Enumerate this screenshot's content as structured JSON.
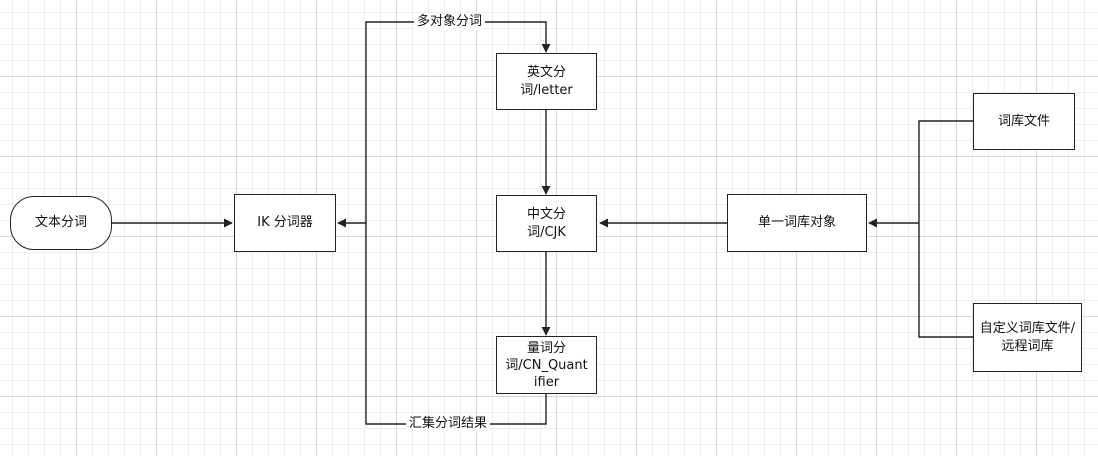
{
  "nodes": {
    "text_segmentation": "文本分词",
    "ik_analyzer": "IK 分词器",
    "english_segmentation": "英文分词/letter",
    "chinese_segmentation": "中文分词/CJK",
    "quantifier_segmentation": "量词分词/CN_Quantifier",
    "single_dictionary_object": "单一词库对象",
    "dictionary_file": "词库文件",
    "custom_remote_dictionary": "自定义词库文件/远程词库"
  },
  "edge_labels": {
    "multi_object": "多对象分词",
    "collect_results": "汇集分词结果"
  },
  "colors": {
    "line": "#222222",
    "node_border": "#222222",
    "grid": "#d7d7d7",
    "background": "#ffffff"
  }
}
